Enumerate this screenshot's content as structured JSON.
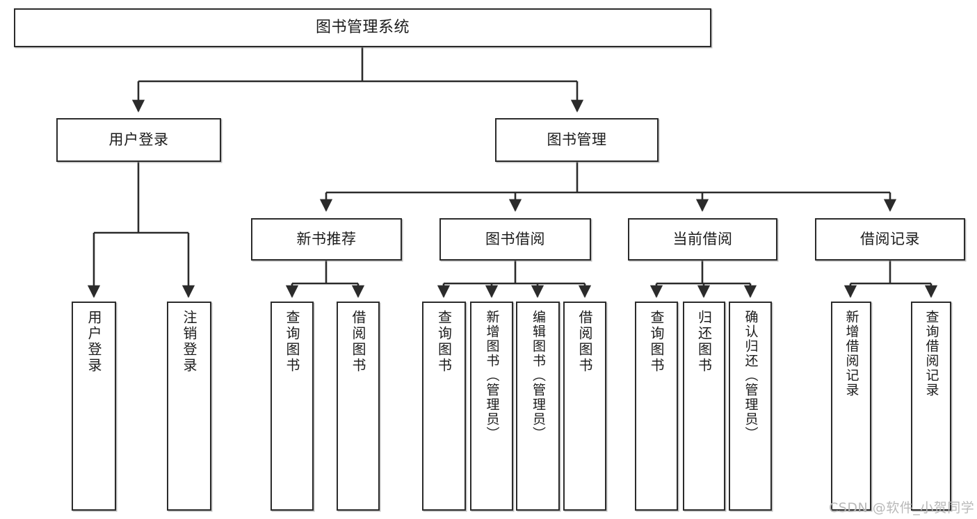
{
  "diagram": {
    "title": "图书管理系统",
    "type": "功能结构图",
    "root": {
      "label": "图书管理系统"
    },
    "level2": [
      {
        "label": "用户登录"
      },
      {
        "label": "图书管理"
      }
    ],
    "level3": [
      {
        "label": "新书推荐"
      },
      {
        "label": "图书借阅"
      },
      {
        "label": "当前借阅"
      },
      {
        "label": "借阅记录"
      }
    ],
    "leaves": {
      "user_login": [
        {
          "label": "用户登录"
        },
        {
          "label": "注销登录"
        }
      ],
      "new_book_recommend": [
        {
          "label": "查询图书"
        },
        {
          "label": "借阅图书"
        }
      ],
      "book_borrow": [
        {
          "label": "查询图书"
        },
        {
          "label": "新增图书（管理员）"
        },
        {
          "label": "编辑图书（管理员）"
        },
        {
          "label": "借阅图书"
        }
      ],
      "current_borrow": [
        {
          "label": "查询图书"
        },
        {
          "label": "归还图书"
        },
        {
          "label": "确认归还（管理员）"
        }
      ],
      "borrow_record": [
        {
          "label": "新增借阅记录"
        },
        {
          "label": "查询借阅记录"
        }
      ]
    }
  },
  "watermark": {
    "text": "CSDN @软件_小贺同学"
  },
  "colors": {
    "border": "#2b2b2b",
    "background": "#ffffff",
    "text": "#1b1b1b",
    "line": "#2b2b2b",
    "watermark": "#b9b9b9"
  }
}
